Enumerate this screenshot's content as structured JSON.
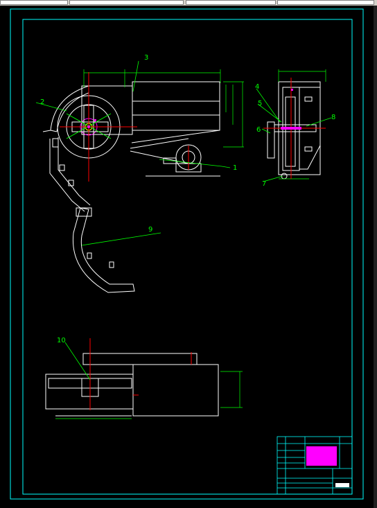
{
  "toolbar": {
    "segments": [
      "",
      "",
      "",
      ""
    ]
  },
  "drawing": {
    "callouts": [
      "1",
      "2",
      "3",
      "4",
      "5",
      "6",
      "7",
      "8",
      "9",
      "10"
    ],
    "colors": {
      "background": "#000000",
      "frame": "#00ffff",
      "geometry": "#ffffff",
      "dimension": "#00ff00",
      "center": "#ff0000",
      "highlight": "#ff00ff",
      "leader": "#00ff00"
    }
  }
}
